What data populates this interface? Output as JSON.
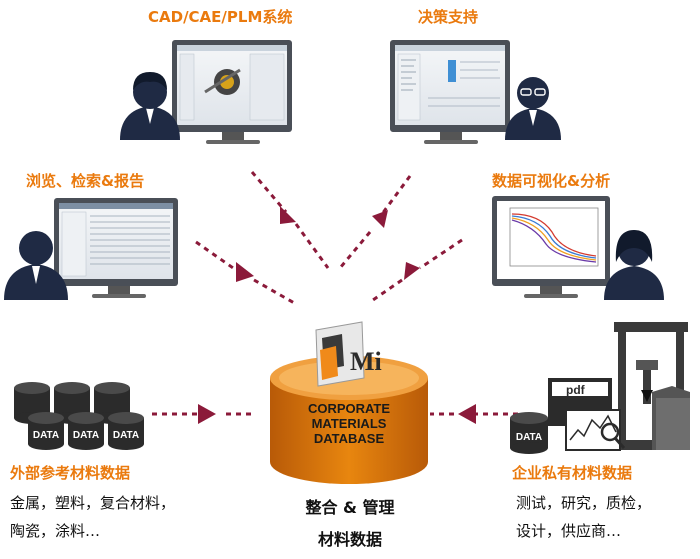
{
  "labels": {
    "cad": "CAD/CAE/PLM系统",
    "decision": "决策支持",
    "browse": "浏览、检索&报告",
    "visual": "数据可视化&分析",
    "external": "外部参考材料数据",
    "private": "企业私有材料数据"
  },
  "texts": {
    "external_line1": "金属，塑料，复合材料，",
    "external_line2": "陶瓷，涂料…",
    "private_line1": "测试，研究，质检，",
    "private_line2": "设计，供应商…"
  },
  "center": {
    "db_line1": "CORPORATE",
    "db_line2": "MATERIALS",
    "db_line3": "DATABASE",
    "logo": "Mi",
    "caption1": "整合 & 管理",
    "caption2": "材料数据"
  },
  "data_drum_label": "DATA",
  "pdf_label": "pdf",
  "colors": {
    "orange": "#ea7a0e",
    "arrow": "#8b1a3a",
    "person": "#1f2a44",
    "drum": "#2b2b2b"
  }
}
